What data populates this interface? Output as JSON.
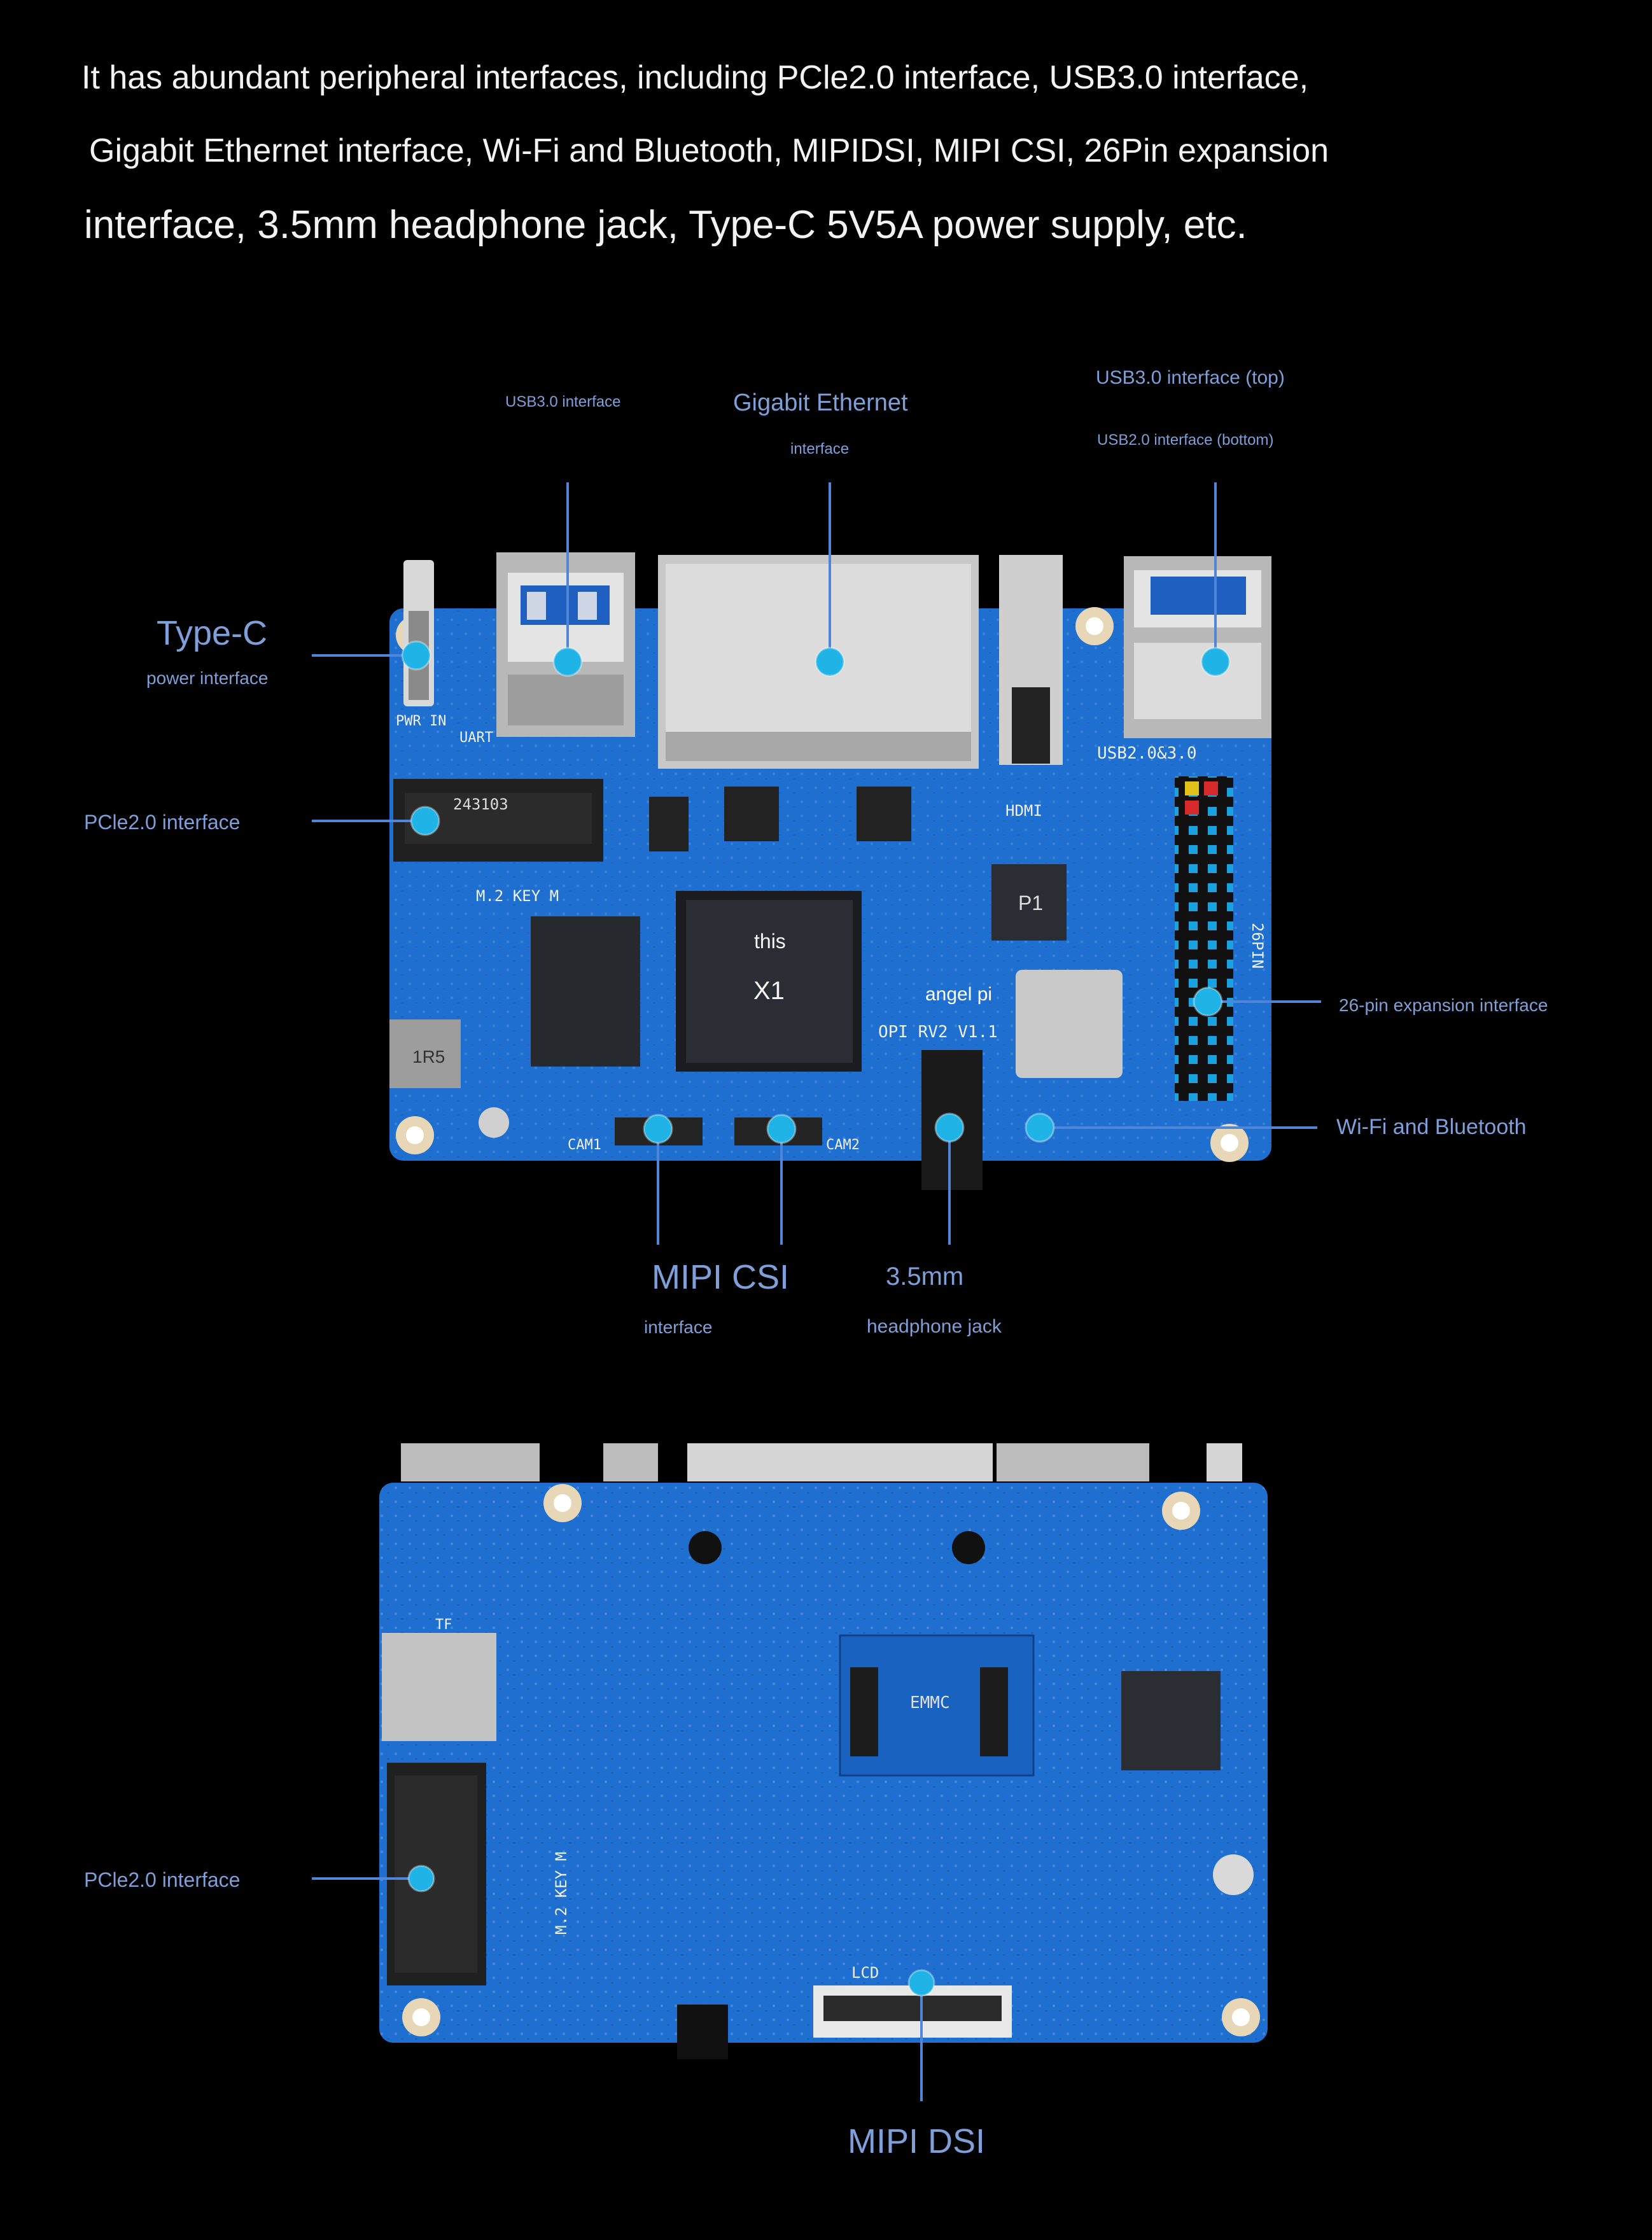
{
  "intro": {
    "line1": "It has abundant peripheral interfaces, including PCle2.0 interface, USB3.0 interface,",
    "line2": "Gigabit Ethernet interface, Wi-Fi and Bluetooth, MIPIDSI, MIPI CSI, 26Pin expansion",
    "line3": "interface, 3.5mm headphone jack, Type-C 5V5A power supply, etc."
  },
  "top_board_labels": {
    "usb30": "USB3.0 interface",
    "gigabit_title": "Gigabit Ethernet",
    "gigabit_sub": "interface",
    "usb30_top": "USB3.0 interface (top)",
    "usb20_bottom": "USB2.0 interface (bottom)",
    "typec_title": "Type-C",
    "typec_sub": "power interface",
    "pcie": "PCle2.0 interface",
    "pin26": "26-pin expansion interface",
    "wifi_bt": "Wi-Fi and Bluetooth",
    "mipi_csi_title": "MIPI CSI",
    "mipi_csi_sub": "interface",
    "headphone_title": "3.5mm",
    "headphone_sub": "headphone jack"
  },
  "bottom_board_labels": {
    "pcie": "PCle2.0 interface",
    "mipi_dsi": "MIPI DSI"
  },
  "silkscreen": {
    "chip_line1": "this",
    "chip_line2": "X1",
    "brand": "angel pi",
    "model": "OPI RV2 V1.1",
    "m2_top": "M.2 KEY M",
    "m2_bottom": "M.2 KEY M",
    "hdmi": "HDMI",
    "usb_port_label": "USB2.0&3.0",
    "pin_label": "26PIN",
    "cam1": "CAM1",
    "cam2": "CAM2",
    "pwr_in": "PWR IN",
    "uart": "UART",
    "emmc": "EMMC",
    "lcd": "LCD",
    "tf": "TF",
    "ssd_code": "243103",
    "p1": "P1",
    "inductor": "1R5"
  },
  "colors": {
    "pcb": "#1e6fd0",
    "pcb_dark": "#155bb0",
    "label": "#7f9fd8",
    "marker": "#1fb3e6",
    "line": "#4f86d8"
  }
}
